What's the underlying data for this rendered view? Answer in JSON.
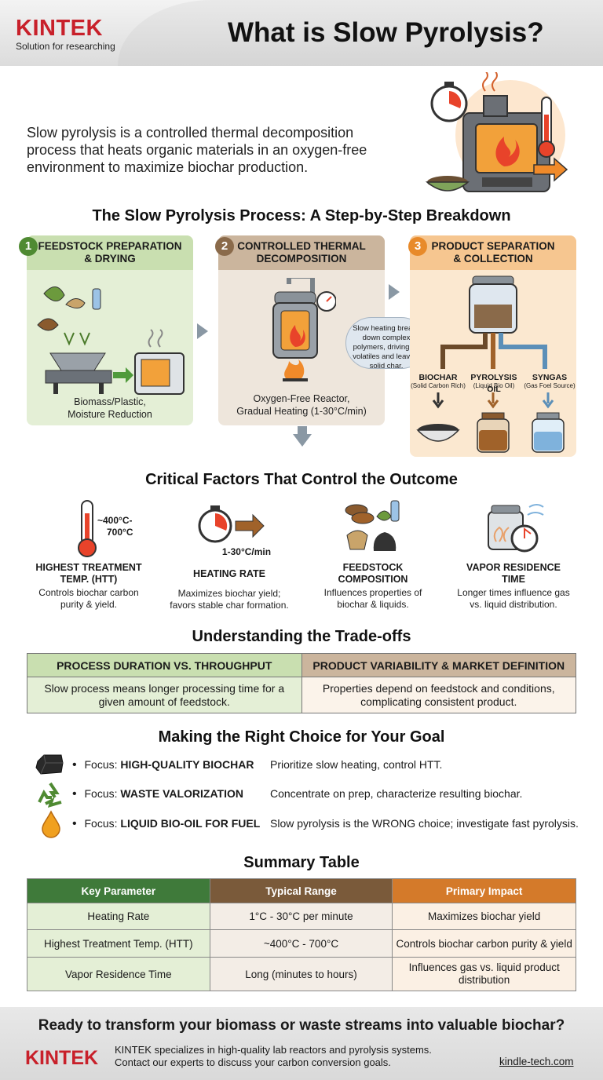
{
  "header": {
    "logo": "KINTEK",
    "tagline": "Solution for researching",
    "title": "What is Slow Pyrolysis?"
  },
  "intro": "Slow pyrolysis is a controlled thermal decomposition process that heats organic materials in an oxygen-free environment to maximize biochar production.",
  "process": {
    "title": "The Slow Pyrolysis Process: A Step-by-Step Breakdown",
    "steps": [
      {
        "num": "1",
        "title_line1": "FEEDSTOCK PREPARATION",
        "title_line2": "& DRYING",
        "caption_line1": "Biomass/Plastic,",
        "caption_line2": "Moisture Reduction"
      },
      {
        "num": "2",
        "title_line1": "CONTROLLED THERMAL",
        "title_line2": "DECOMPOSITION",
        "caption_line1": "Oxygen-Free Reactor,",
        "caption_line2": "Gradual Heating (1-30°C/min)",
        "bubble": "Slow heating breaks down complex polymers, driving off volatiles and leaving solid char."
      },
      {
        "num": "3",
        "title_line1": "PRODUCT SEPARATION",
        "title_line2": "& COLLECTION",
        "products": [
          {
            "name": "BIOCHAR",
            "sub": "(Solid Carbon Rich)"
          },
          {
            "name": "PYROLYSIS OIL",
            "sub": "(Liquid Bio Oil)"
          },
          {
            "name": "SYNGAS",
            "sub": "(Gas Foel Source)"
          }
        ]
      }
    ]
  },
  "factors": {
    "title": "Critical Factors That Control the Outcome",
    "items": [
      {
        "badge_line1": "~400°C-",
        "badge_line2": "700°C",
        "label_line1": "HIGHEST TREATMENT",
        "label_line2": "TEMP. (HTT)",
        "desc_line1": "Controls biochar carbon",
        "desc_line2": "purity & yield."
      },
      {
        "badge_line1": "1-30°C/min",
        "label_line1": "HEATING RATE",
        "desc_line1": "Maximizes biochar yield;",
        "desc_line2": "favors stable char formation."
      },
      {
        "label_line1": "FEEDSTOCK",
        "label_line2": "COMPOSITION",
        "desc_line1": "Influences properties of",
        "desc_line2": "biochar & liquids."
      },
      {
        "label_line1": "VAPOR RESIDENCE",
        "label_line2": "TIME",
        "desc_line1": "Longer times influence gas",
        "desc_line2": "vs. liquid distribution."
      }
    ]
  },
  "tradeoffs": {
    "title": "Understanding the Trade-offs",
    "headers": [
      "PROCESS DURATION VS. THROUGHPUT",
      "PRODUCT VARIABILITY & MARKET DEFINITION"
    ],
    "cells": [
      [
        "Slow process means longer processing time for a",
        "given amount of feedstock."
      ],
      [
        "Properties depend on feedstock and conditions,",
        "complicating consistent product."
      ]
    ]
  },
  "choices": {
    "title": "Making the Right Choice for Your Goal",
    "prefix": "Focus:",
    "items": [
      {
        "icon": "coal-icon",
        "focus": "HIGH-QUALITY BIOCHAR",
        "advice": "Prioritize slow heating, control HTT."
      },
      {
        "icon": "recycle-icon",
        "focus": "WASTE VALORIZATION",
        "advice": "Concentrate on prep, characterize resulting biochar."
      },
      {
        "icon": "oil-drop-icon",
        "focus": "LIQUID BIO-OIL FOR FUEL",
        "advice": "Slow pyrolysis is the WRONG choice; investigate fast pyrolysis."
      }
    ]
  },
  "summary": {
    "title": "Summary Table",
    "headers": [
      "Key Parameter",
      "Typical Range",
      "Primary Impact"
    ],
    "rows": [
      [
        "Heating Rate",
        "1°C - 30°C per minute",
        "Maximizes biochar yield",
        ""
      ],
      [
        "Highest Treatment Temp. (HTT)",
        "~400°C - 700°C",
        "Controls biochar carbon purity & yield",
        ""
      ],
      [
        "Vapor Residence Time",
        "Long (minutes to hours)",
        "Influences gas vs. liquid product",
        "distribution"
      ]
    ]
  },
  "footer": {
    "cta": "Ready to transform your biomass or waste streams into valuable biochar?",
    "logo": "KINTEK",
    "line1": "KINTEK specializes in high-quality lab reactors and pyrolysis systems.",
    "line2": "Contact our experts to discuss your carbon conversion goals.",
    "link": "kindle-tech.com"
  },
  "colors": {
    "green_head": "#c9dfb0",
    "green_body": "#e4efd6",
    "brown_head": "#cbb59d",
    "brown_body": "#eee6dc",
    "orange_head": "#f6c690",
    "orange_body": "#fbe8d0",
    "kintek_red": "#c8202a"
  }
}
